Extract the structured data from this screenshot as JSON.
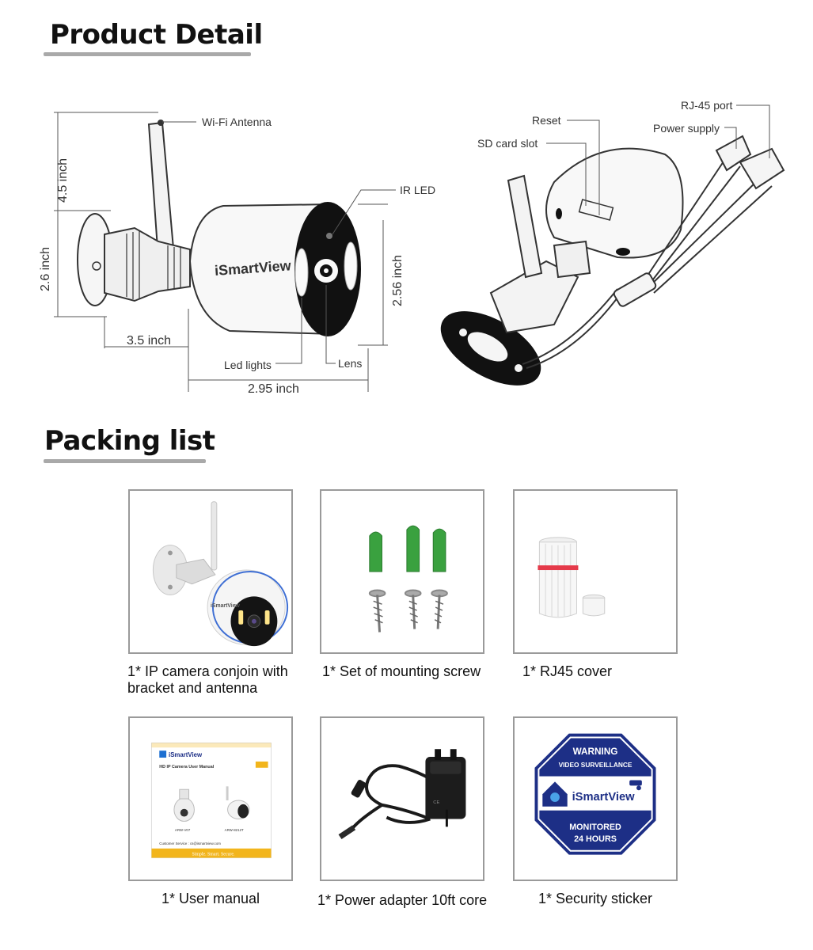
{
  "product_detail": {
    "title": "Product Detail",
    "labels": {
      "wifi_antenna": "Wi-Fi  Antenna",
      "ir_led": "IR LED",
      "led_lights": "Led lights",
      "lens": "Lens",
      "reset": "Reset",
      "sd_card_slot": "SD  card  slot",
      "rj45_port": "RJ-45 port",
      "power_supply": "Power supply",
      "brand": "iSmartView"
    },
    "dimensions": {
      "height_top": "4.5 inch",
      "height_bottom": "2.6 inch",
      "depth": "3.5 inch",
      "front_height": "2.56 inch",
      "length": "2.95 inch"
    }
  },
  "packing_list": {
    "title": "Packing list",
    "items": [
      {
        "caption_line1": "1* IP camera conjoin with",
        "caption_line2": "bracket and antenna",
        "image": "ip-camera"
      },
      {
        "caption_line1": "1* Set of mounting screw",
        "caption_line2": "",
        "image": "mounting-screws"
      },
      {
        "caption_line1": "1* RJ45 cover",
        "caption_line2": "",
        "image": "rj45-cover"
      },
      {
        "caption_line1": "1* User manual",
        "caption_line2": "",
        "image": "user-manual"
      },
      {
        "caption_line1": "1* Power adapter 10ft core",
        "caption_line2": "",
        "image": "power-adapter"
      },
      {
        "caption_line1": "1* Security sticker",
        "caption_line2": "",
        "image": "security-sticker"
      }
    ],
    "manual": {
      "brand": "iSmartView",
      "title": "HD IP Camera User Manual",
      "model_left": "ARW-V07",
      "model_right": "ARW-8212T",
      "service": "Customer Service : cs@ismartview.com",
      "slogan": "Simple. Smart. Secure."
    },
    "sticker": {
      "line1": "WARNING",
      "line2": "VIDEO SURVEILLANCE",
      "brand": "iSmartView",
      "line3": "MONITORED",
      "line4": "24 HOURS"
    }
  },
  "colors": {
    "title_underline": "#a9a9a9",
    "card_border": "#9a9a9a",
    "sticker_blue": "#1d2f86",
    "manual_yellow": "#f2b51c",
    "anchor_green": "#3aa13f"
  }
}
